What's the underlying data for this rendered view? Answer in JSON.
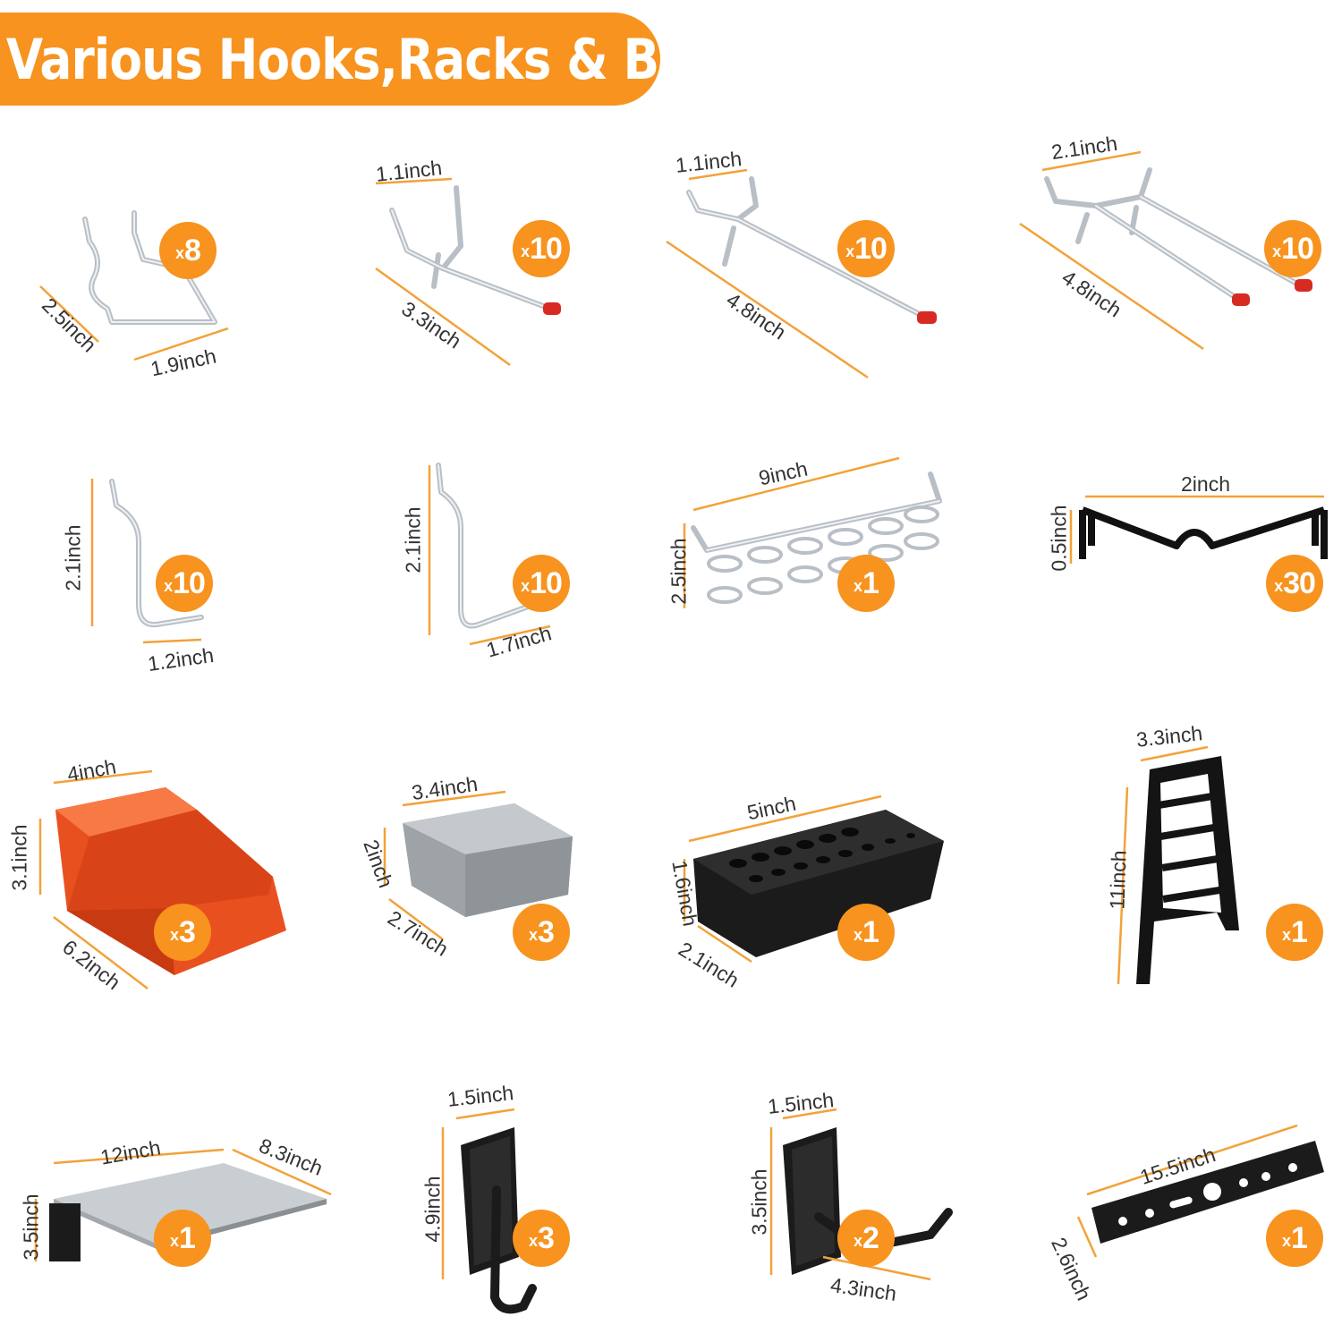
{
  "title": "Various Hooks,Racks & Bins",
  "accent_color": "#f7931e",
  "items": [
    {
      "name": "curved hook",
      "count": "8",
      "dims": [
        "2.5inch",
        "1.9inch"
      ]
    },
    {
      "name": "single hook short",
      "count": "10",
      "dims": [
        "1.1inch",
        "3.3inch"
      ]
    },
    {
      "name": "single hook long",
      "count": "10",
      "dims": [
        "1.1inch",
        "4.8inch"
      ]
    },
    {
      "name": "double hook",
      "count": "10",
      "dims": [
        "2.1inch",
        "4.8inch"
      ]
    },
    {
      "name": "L hook short",
      "count": "10",
      "dims": [
        "2.1inch",
        "1.2inch"
      ]
    },
    {
      "name": "L hook long",
      "count": "10",
      "dims": [
        "2.1inch",
        "1.7inch"
      ]
    },
    {
      "name": "screwdriver holder",
      "count": "1",
      "dims": [
        "9inch",
        "2.5inch"
      ]
    },
    {
      "name": "pegboard clip",
      "count": "30",
      "dims": [
        "2inch",
        "0.5inch"
      ]
    },
    {
      "name": "orange bin",
      "count": "3",
      "dims": [
        "4inch",
        "3.1inch",
        "6.2inch"
      ]
    },
    {
      "name": "grey bin",
      "count": "3",
      "dims": [
        "3.4inch",
        "2inch",
        "2.7inch"
      ]
    },
    {
      "name": "drill bit holder",
      "count": "1",
      "dims": [
        "5inch",
        "1.6inch",
        "2.1inch"
      ]
    },
    {
      "name": "wrench rack",
      "count": "1",
      "dims": [
        "3.3inch",
        "11inch"
      ]
    },
    {
      "name": "shelf",
      "count": "1",
      "dims": [
        "12inch",
        "8.3inch",
        "3.5inch"
      ]
    },
    {
      "name": "black hook single",
      "count": "3",
      "dims": [
        "1.5inch",
        "4.9inch"
      ]
    },
    {
      "name": "black hook double",
      "count": "2",
      "dims": [
        "1.5inch",
        "3.5inch",
        "4.3inch"
      ]
    },
    {
      "name": "tool strip",
      "count": "1",
      "dims": [
        "15.5inch",
        "2.6inch"
      ]
    }
  ]
}
